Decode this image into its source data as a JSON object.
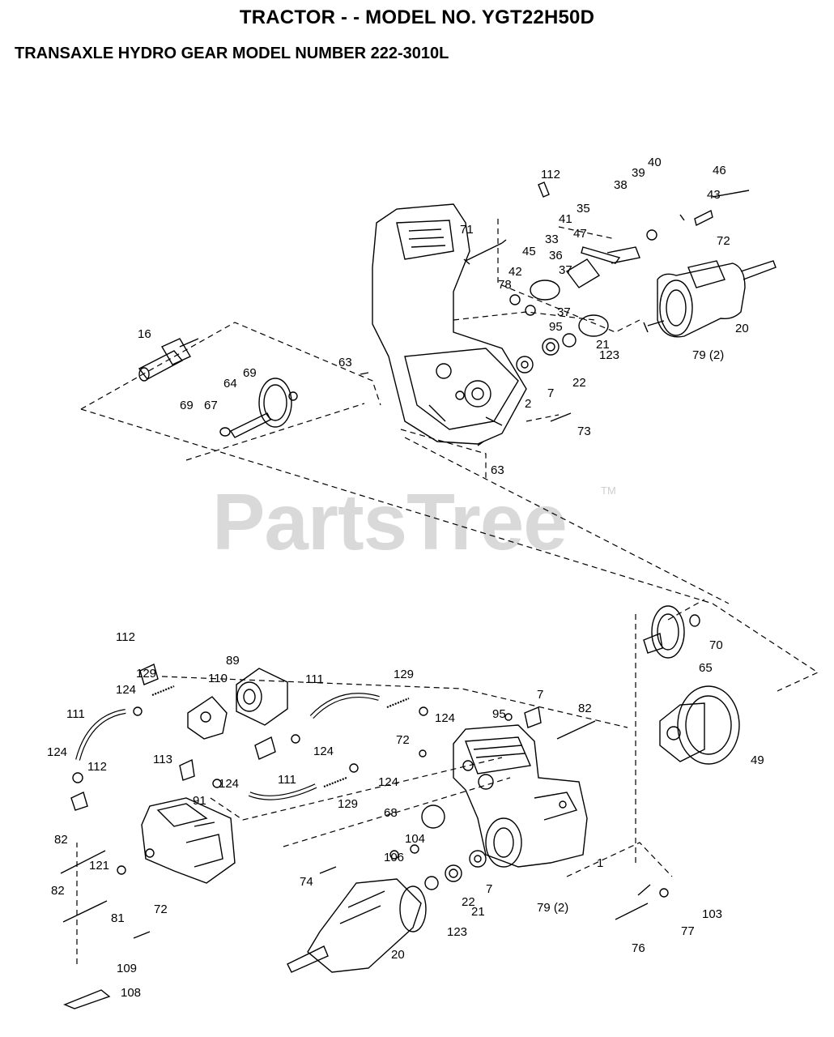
{
  "header": {
    "title": "TRACTOR - - MODEL NO. YGT22H50D",
    "subtitle": "TRANSAXLE HYDRO GEAR MODEL NUMBER 222-3010L"
  },
  "watermark": {
    "brand": "PartsTree",
    "tm": "TM"
  },
  "callouts": [
    "112",
    "40",
    "39",
    "46",
    "38",
    "43",
    "71",
    "41",
    "35",
    "33",
    "47",
    "72",
    "45",
    "36",
    "42",
    "78",
    "37",
    "37",
    "95",
    "20",
    "16",
    "63",
    "21",
    "123",
    "79 (2)",
    "22",
    "69",
    "64",
    "7",
    "67",
    "69",
    "2",
    "73",
    "63",
    "112",
    "89",
    "110",
    "129",
    "111",
    "129",
    "70",
    "124",
    "65",
    "111",
    "124",
    "95",
    "7",
    "82",
    "72",
    "124",
    "124",
    "124",
    "112",
    "113",
    "111",
    "49",
    "129",
    "124",
    "91",
    "68",
    "104",
    "82",
    "121",
    "106",
    "1",
    "74",
    "7",
    "82",
    "72",
    "22",
    "21",
    "79 (2)",
    "103",
    "81",
    "77",
    "123",
    "76",
    "20",
    "109",
    "108"
  ]
}
